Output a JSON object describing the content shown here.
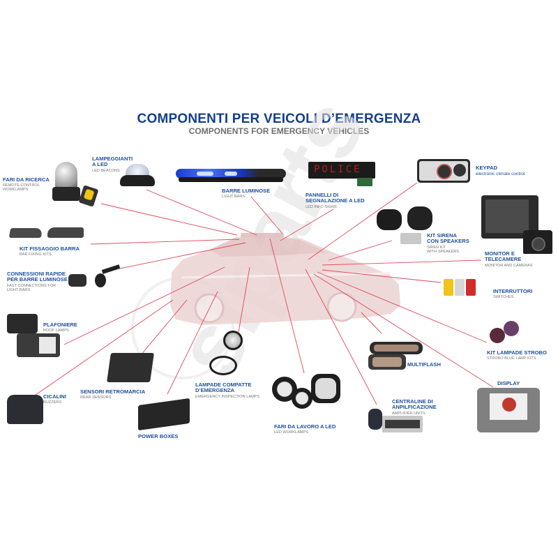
{
  "header": {
    "title": "COMPONENTI PER VEICOLI D’EMERGENZA",
    "subtitle": "COMPONENTS FOR EMERGENCY VEHICLES"
  },
  "watermark": "siparts",
  "colors": {
    "title_blue": "#123f8c",
    "label_blue": "#1c4f9c",
    "subtitle_gray": "#6e6e6e",
    "line_red": "#e0485a",
    "car_tint": "#e8c9c9"
  },
  "components": [
    {
      "id": "fari-ricerca",
      "it": "FARI DA RICERCA",
      "en": "REMOTE CONTROL\nWORKLAMPS"
    },
    {
      "id": "lampeggianti",
      "it": "LAMPEGGIANTI\nA LED",
      "en": "LED BEACONS"
    },
    {
      "id": "barre",
      "it": "BARRE LUMINOSE",
      "en": "LIGHT BARS"
    },
    {
      "id": "pannelli",
      "it": "PANNELLI DI\nSEGNALAZIONE A LED",
      "en": "LED INFO SIGNS"
    },
    {
      "id": "keypad",
      "it": "KEYPAD",
      "en": "electronic climate control"
    },
    {
      "id": "kit-barra",
      "it": "KIT FISSAGGIO BARRA",
      "en": "BAR FIXING KITS"
    },
    {
      "id": "connessioni",
      "it": "CONNESSIONI RAPIDE\nPER BARRE LUMINOSE",
      "en": "FAST CONNECTIONS FOR\nLIGHT BARS"
    },
    {
      "id": "sirena",
      "it": "KIT SIRENA\nCON SPEAKERS",
      "en": "SIREN KIT\nWITH SPEAKERS"
    },
    {
      "id": "monitor",
      "it": "MONITOR E\nTELECAMERE",
      "en": "MONITOR AND CAMERAS"
    },
    {
      "id": "interruttori",
      "it": "INTERRUTTORI",
      "en": "SWITCHES"
    },
    {
      "id": "plafoniere",
      "it": "PLAFONIERE",
      "en": "ROOF LAMPS"
    },
    {
      "id": "strobo",
      "it": "KIT LAMPADE STROBO",
      "en": "STROBO BLUE LAMP KITS"
    },
    {
      "id": "multiflash",
      "it": "MULTIFLASH",
      "en": ""
    },
    {
      "id": "sensori",
      "it": "SENSORI RETROMARCIA",
      "en": "REAR SENSORS"
    },
    {
      "id": "lampade-compatte",
      "it": "LAMPADE COMPATTE\nD’EMERGENZA",
      "en": "EMERGENCY INSPECTION LAMPS"
    },
    {
      "id": "display",
      "it": "DISPLAY",
      "en": ""
    },
    {
      "id": "cicalini",
      "it": "CICALINI",
      "en": "BUZZERS"
    },
    {
      "id": "power-boxes",
      "it": "POWER BOXES",
      "en": ""
    },
    {
      "id": "fari-lavoro",
      "it": "FARI DA LAVORO A LED",
      "en": "LED WORKLAMPS"
    },
    {
      "id": "centraline",
      "it": "CENTRALINE DI\nANPILFICAZIONE",
      "en": "AMPLIFIER UNITS"
    }
  ],
  "products": {
    "info_sign_text": "POLICE"
  }
}
